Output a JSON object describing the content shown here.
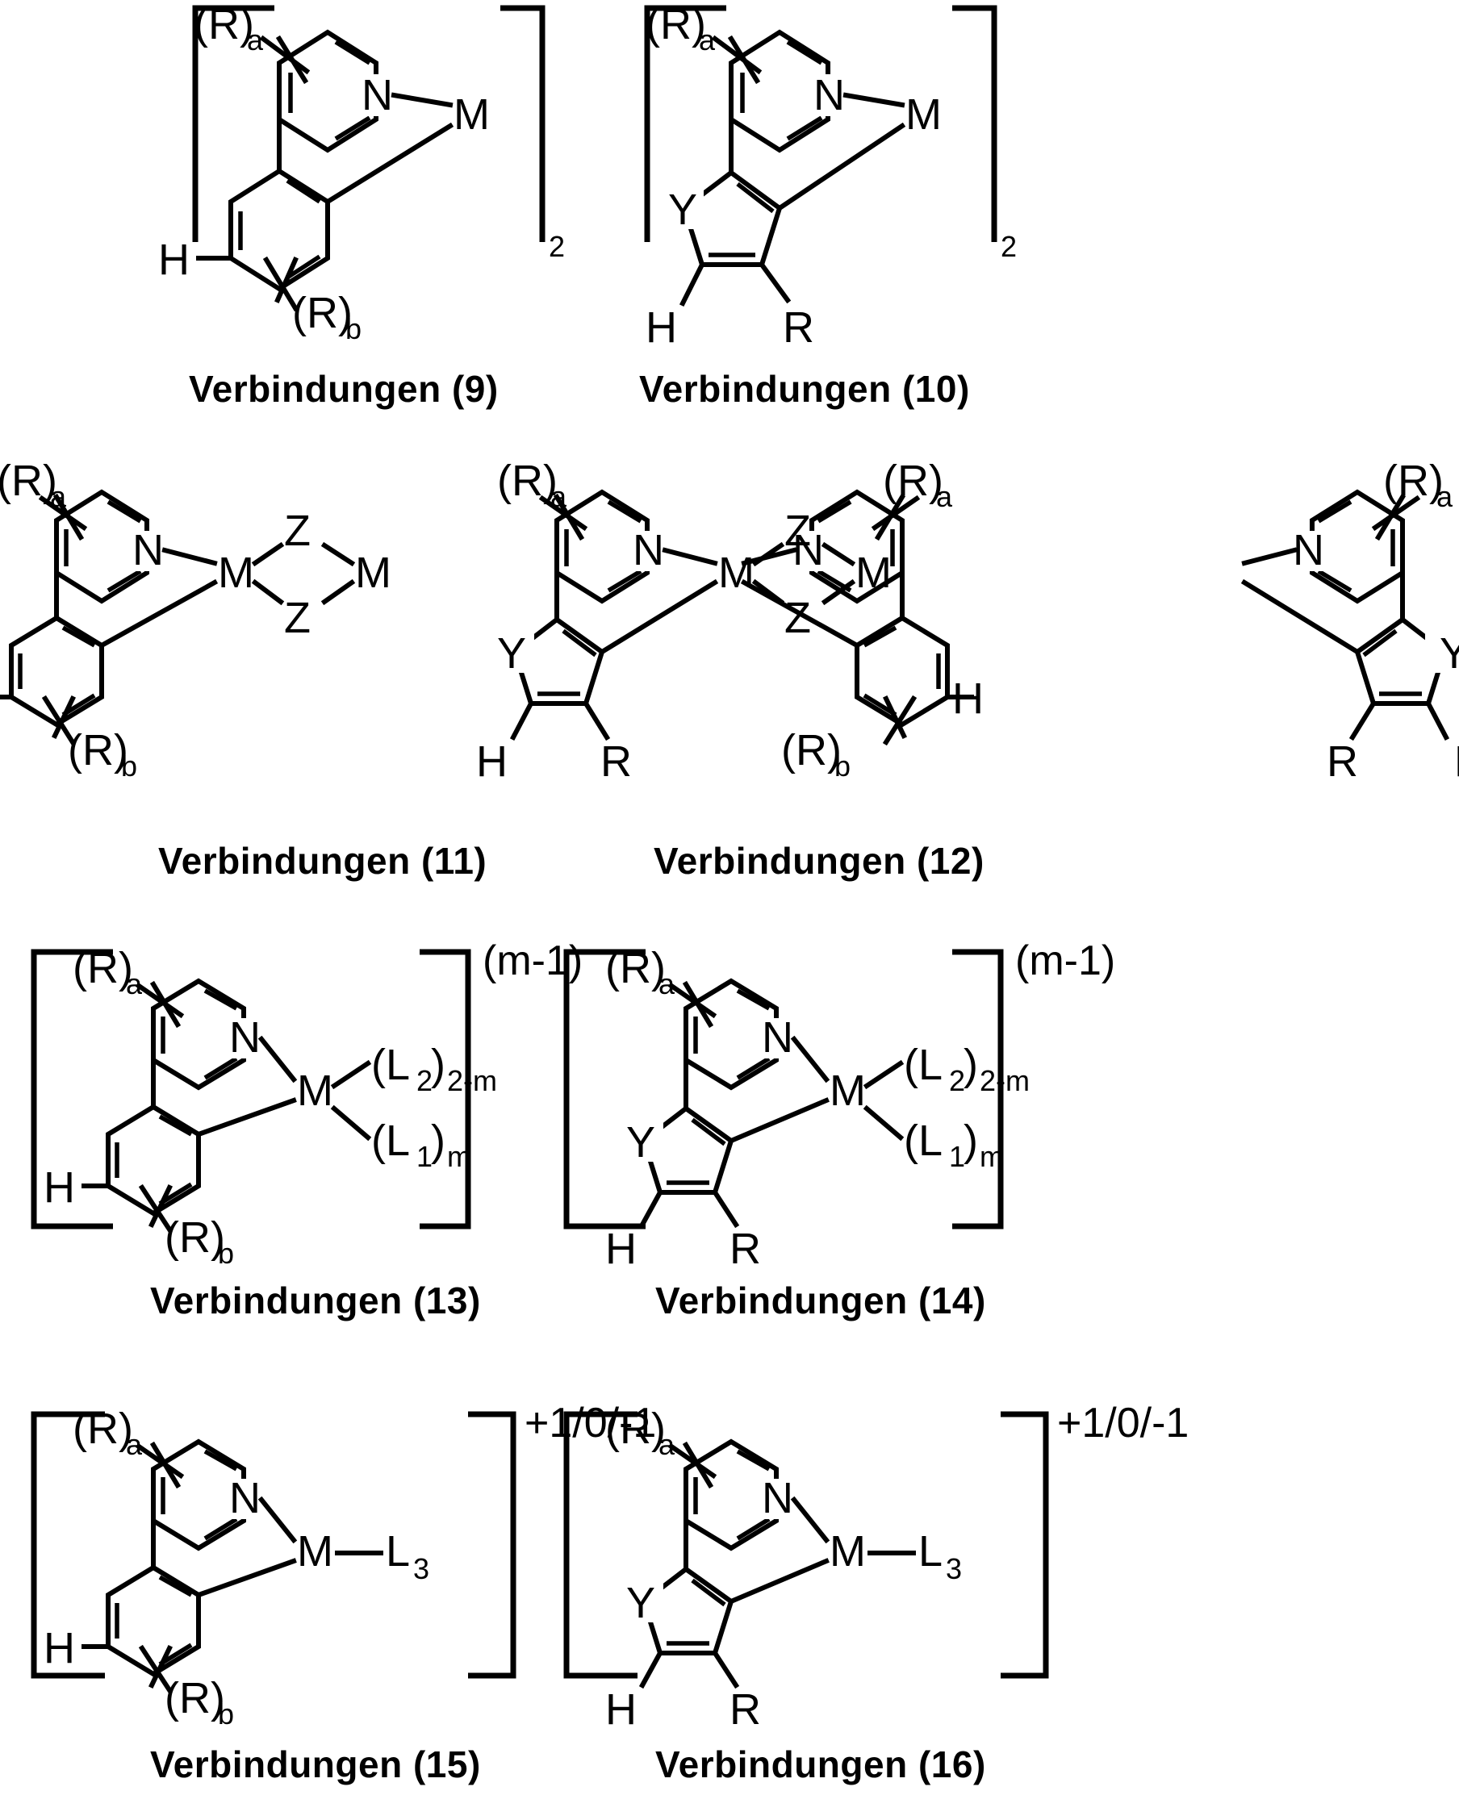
{
  "document": {
    "kind": "chemical-structure-sheet",
    "language": "de",
    "background_color": "#ffffff",
    "ink_color": "#000000"
  },
  "labels": {
    "R_a": "(R)",
    "R_a_sub": "a",
    "R_b": "(R)",
    "R_b_sub": "b",
    "N": "N",
    "M": "M",
    "H": "H",
    "Y": "Y",
    "R": "R",
    "Z": "Z",
    "L1": "(L",
    "L1_sub": "1",
    "L1_close": ")",
    "L1_count": "m",
    "L2": "(L",
    "L2_sub": "2",
    "L2_close": ")",
    "L2_count": "2-m",
    "L3": "L",
    "L3_sub": "3",
    "bis_subscript": "2",
    "charge_m1": "(m-1)",
    "charge_pm": "+1/0/-1"
  },
  "structures": [
    {
      "id": "verbindungen-9",
      "caption": "Verbindungen (9)",
      "ligand_type": "phenylpyridine",
      "bracket": true,
      "bracket_subscript": "2",
      "substituents": [
        "(R)a",
        "(R)b",
        "H"
      ],
      "metal": "M"
    },
    {
      "id": "verbindungen-10",
      "caption": "Verbindungen (10)",
      "ligand_type": "heteroarylpyridine",
      "bracket": true,
      "bracket_subscript": "2",
      "substituents": [
        "(R)a",
        "Y",
        "R",
        "H"
      ],
      "metal": "M"
    },
    {
      "id": "verbindungen-11",
      "caption": "Verbindungen (11)",
      "ligand_type": "phenylpyridine-dimer",
      "bracket": false,
      "bracket_subscript": "",
      "substituents": [
        "(R)a",
        "(R)b",
        "H",
        "Z"
      ],
      "metal": "M"
    },
    {
      "id": "verbindungen-12",
      "caption": "Verbindungen (12)",
      "ligand_type": "heteroarylpyridine-dimer",
      "bracket": false,
      "bracket_subscript": "",
      "substituents": [
        "(R)a",
        "Y",
        "R",
        "H",
        "Z"
      ],
      "metal": "M"
    },
    {
      "id": "verbindungen-13",
      "caption": "Verbindungen (13)",
      "ligand_type": "phenylpyridine-mixed-ligand",
      "bracket": true,
      "bracket_superscript": "(m-1)",
      "substituents": [
        "(R)a",
        "(R)b",
        "H",
        "(L2)2-m",
        "(L1)m"
      ],
      "metal": "M"
    },
    {
      "id": "verbindungen-14",
      "caption": "Verbindungen (14)",
      "ligand_type": "heteroarylpyridine-mixed-ligand",
      "bracket": true,
      "bracket_superscript": "(m-1)",
      "substituents": [
        "(R)a",
        "Y",
        "R",
        "H",
        "(L2)2-m",
        "(L1)m"
      ],
      "metal": "M"
    },
    {
      "id": "verbindungen-15",
      "caption": "Verbindungen (15)",
      "ligand_type": "phenylpyridine-L3",
      "bracket": true,
      "bracket_superscript": "+1/0/-1",
      "substituents": [
        "(R)a",
        "(R)b",
        "H",
        "L3"
      ],
      "metal": "M"
    },
    {
      "id": "verbindungen-16",
      "caption": "Verbindungen (16)",
      "ligand_type": "heteroarylpyridine-L3",
      "bracket": true,
      "bracket_superscript": "+1/0/-1",
      "substituents": [
        "(R)a",
        "Y",
        "R",
        "H",
        "L3"
      ],
      "metal": "M"
    }
  ]
}
